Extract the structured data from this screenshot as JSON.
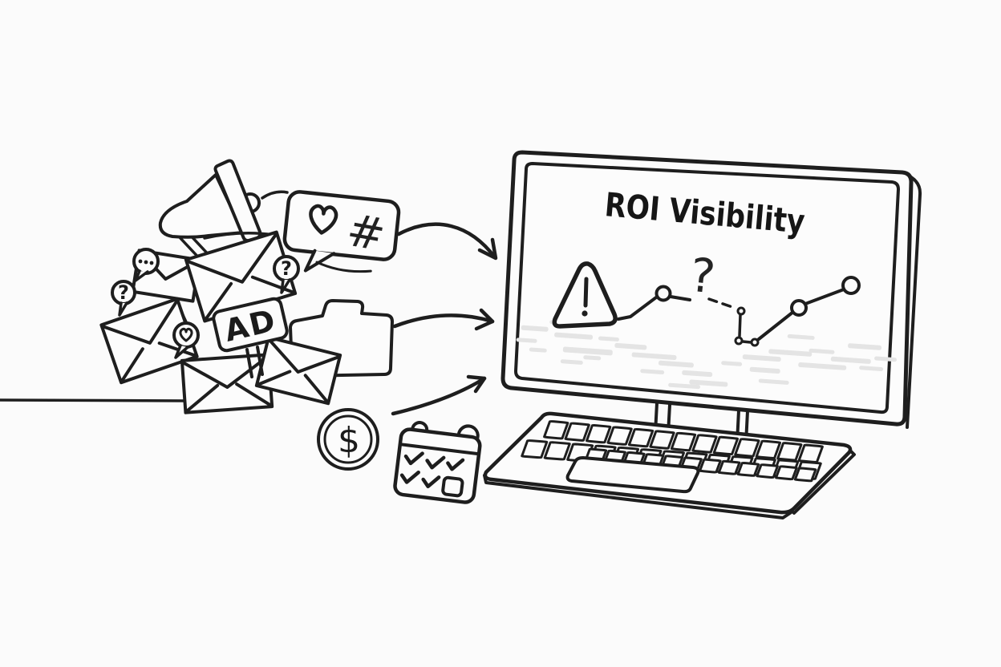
{
  "screen": {
    "title": "ROI Visibility",
    "chart_question_mark": "?",
    "redacted_bars": [
      [
        648,
        421,
        34,
        6
      ],
      [
        643,
        437,
        26,
        5
      ],
      [
        660,
        448,
        22,
        5
      ],
      [
        683,
        412,
        30,
        5
      ],
      [
        690,
        427,
        48,
        6
      ],
      [
        702,
        444,
        62,
        7
      ],
      [
        700,
        460,
        28,
        5
      ],
      [
        745,
        428,
        26,
        5
      ],
      [
        728,
        453,
        22,
        5
      ],
      [
        766,
        435,
        40,
        6
      ],
      [
        788,
        445,
        56,
        6
      ],
      [
        800,
        465,
        30,
        5
      ],
      [
        822,
        453,
        44,
        6
      ],
      [
        852,
        463,
        38,
        6
      ],
      [
        862,
        474,
        48,
        6
      ],
      [
        836,
        480,
        40,
        5
      ],
      [
        900,
        448,
        26,
        5
      ],
      [
        926,
        438,
        48,
        6
      ],
      [
        936,
        453,
        38,
        6
      ],
      [
        948,
        467,
        38,
        5
      ],
      [
        958,
        429,
        54,
        6
      ],
      [
        980,
        409,
        34,
        5
      ],
      [
        996,
        443,
        60,
        6
      ],
      [
        1008,
        425,
        32,
        5
      ],
      [
        1036,
        433,
        50,
        6
      ],
      [
        1056,
        415,
        42,
        6
      ],
      [
        1072,
        442,
        30,
        5
      ],
      [
        1090,
        429,
        28,
        5
      ]
    ]
  },
  "cluster": {
    "ad_label": "AD",
    "hashtag_symbol": "#",
    "question_left": "?",
    "question_right": "?"
  },
  "coin": {
    "dollar_symbol": "$"
  },
  "colors": {
    "ink": "#1e1e1e",
    "background": "#fbfbfb",
    "paper": "#fcfcfc",
    "redacted_text": "#e4e4e4",
    "title_text": "#161616"
  },
  "icons": {
    "megaphone": "loudspeaker shape",
    "heart": "♥",
    "hashtag": "#",
    "question": "?",
    "typing_dots": "…",
    "exclamation": "!",
    "dollar": "$",
    "checkmark": "✓",
    "warning": "△",
    "envelope": "✉",
    "folder": "🗀",
    "arrow": "➔"
  }
}
